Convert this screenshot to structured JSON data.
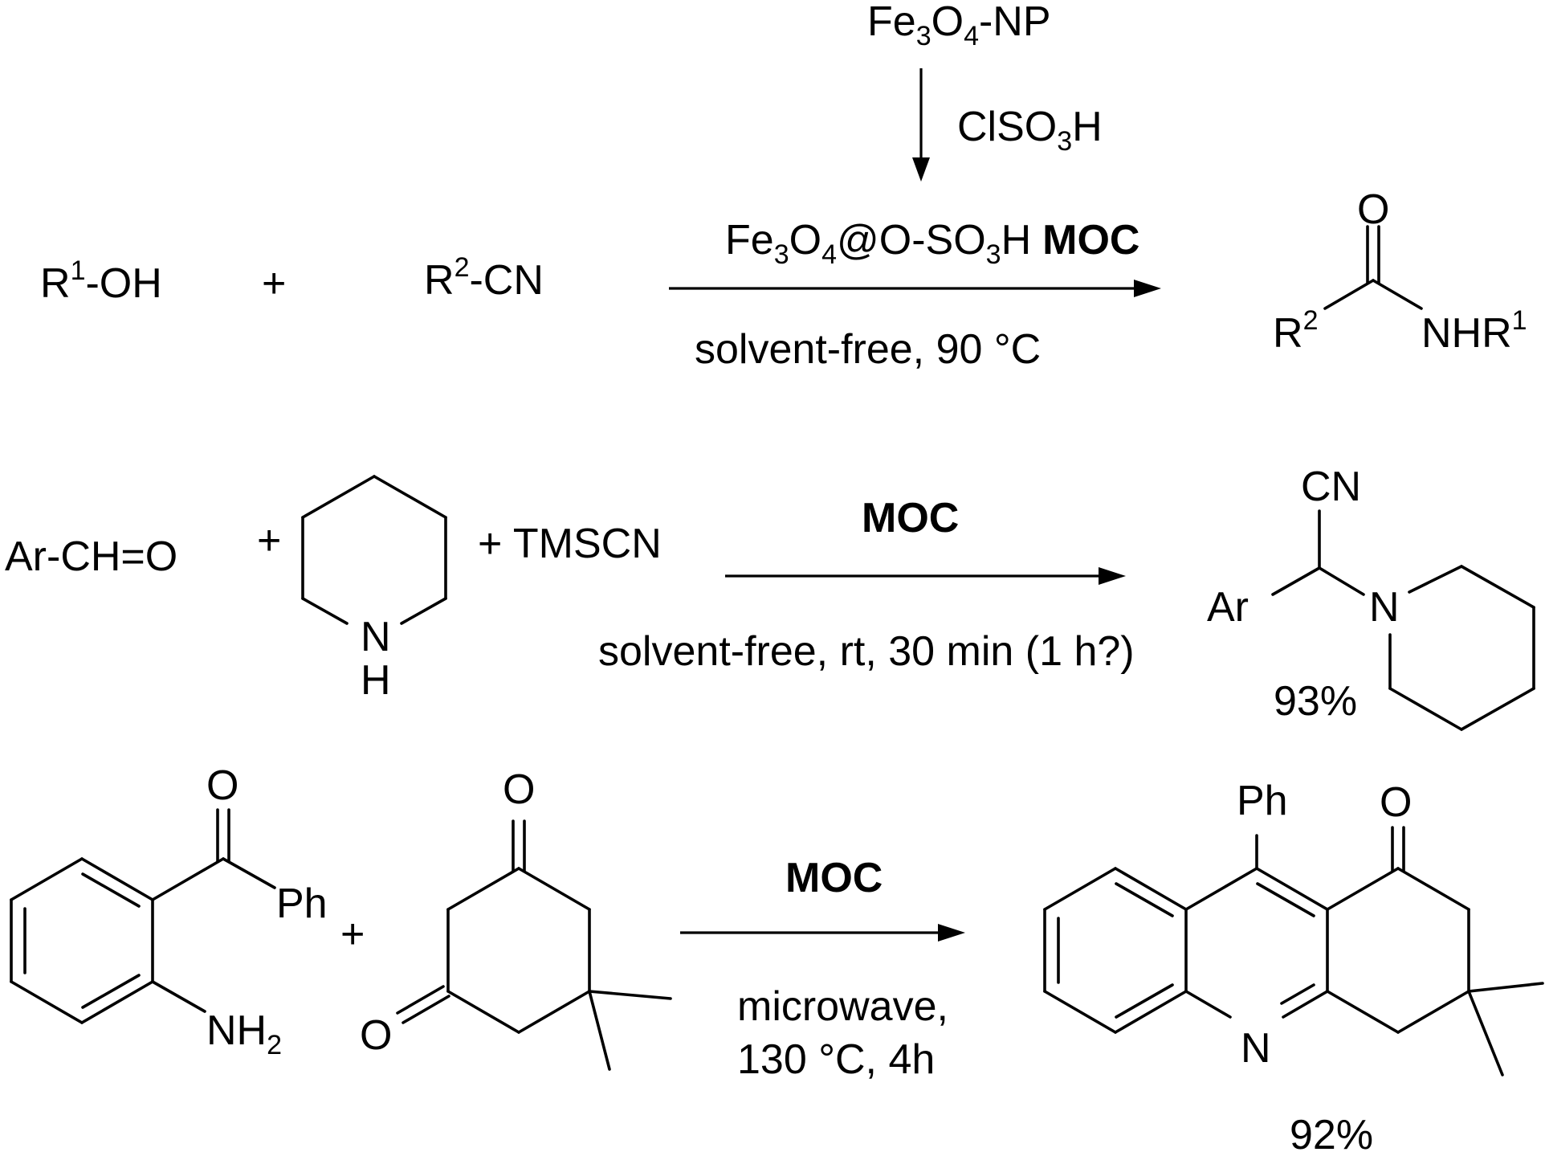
{
  "reaction1": {
    "precursor": {
      "base": "Fe",
      "sub1": "3",
      "mid": "O",
      "sub2": "4",
      "tail": "-NP"
    },
    "precursor_reagent": {
      "base": "ClSO",
      "sub": "3",
      "tail": "H"
    },
    "reactant_a": {
      "base": "R",
      "sup": "1",
      "tail": "-OH"
    },
    "plus": "+",
    "reactant_b": {
      "base": "R",
      "sup": "2",
      "tail": "-CN"
    },
    "catalyst": {
      "base": "Fe",
      "sub1": "3",
      "mid": "O",
      "sub2": "4",
      "mid2": "@O-SO",
      "sub3": "3",
      "tail": "H",
      "bold": "MOC"
    },
    "conditions": "solvent-free, 90 °C",
    "product": {
      "carbonyl_o": "O",
      "r_group": {
        "base": "R",
        "sup": "2"
      },
      "amide": {
        "base": "NHR",
        "sup": "1"
      }
    }
  },
  "reaction2": {
    "reactant_a": "Ar-CH=O",
    "plus1": "+",
    "amine_n": "N",
    "amine_h": "H",
    "plus_tmscn": "+ TMSCN",
    "catalyst": "MOC",
    "conditions": "solvent-free, rt, 30 min (1 h?)",
    "product": {
      "cn": "CN",
      "ar": "Ar",
      "n": "N"
    },
    "yield": "93%"
  },
  "reaction3": {
    "reactant_a": {
      "o": "O",
      "ph": "Ph",
      "nh2_base": "NH",
      "nh2_sub": "2"
    },
    "plus": "+",
    "reactant_b": {
      "o_top": "O",
      "o_bottom": "O"
    },
    "catalyst": "MOC",
    "conditions_line1": "microwave,",
    "conditions_line2": "130 °C, 4h",
    "product": {
      "ph": "Ph",
      "o": "O",
      "n": "N"
    },
    "yield": "92%"
  }
}
